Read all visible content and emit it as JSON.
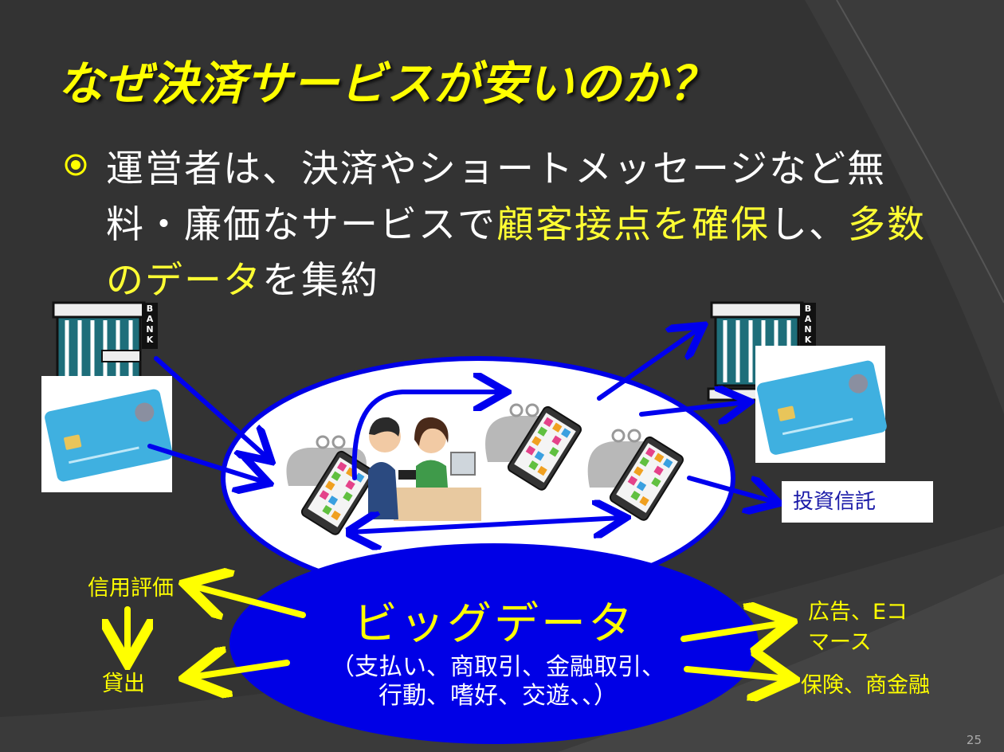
{
  "slide": {
    "title": "なぜ決済サービスが安いのか？",
    "page_number": "25"
  },
  "bullet": {
    "text_1": "運営者は、決済やショートメッセージなど無料・廉価なサービスで",
    "highlight_1": "顧客接点を確保",
    "text_2": "し、",
    "highlight_2": "多数のデータ",
    "text_3": "を集約"
  },
  "diagram": {
    "bank_sign": [
      "B",
      "A",
      "N",
      "K"
    ],
    "investment_label": "投資信託",
    "big_data_title": "ビッグデータ",
    "big_data_sub_1": "（支払い、商取引、金融取引、",
    "big_data_sub_2": "行動、嗜好、交遊、、）",
    "left_top_label": "信用評価",
    "left_bottom_label": "貸出",
    "right_top_label_1": "広告、Eコ",
    "right_top_label_2": "マース",
    "right_bottom_label": "保険、商金融"
  },
  "colors": {
    "background": "#333333",
    "title": "#ffff00",
    "arrow_blue": "#0000ee",
    "arrow_yellow": "#ffff00",
    "ellipse_blue": "#0000e6"
  }
}
